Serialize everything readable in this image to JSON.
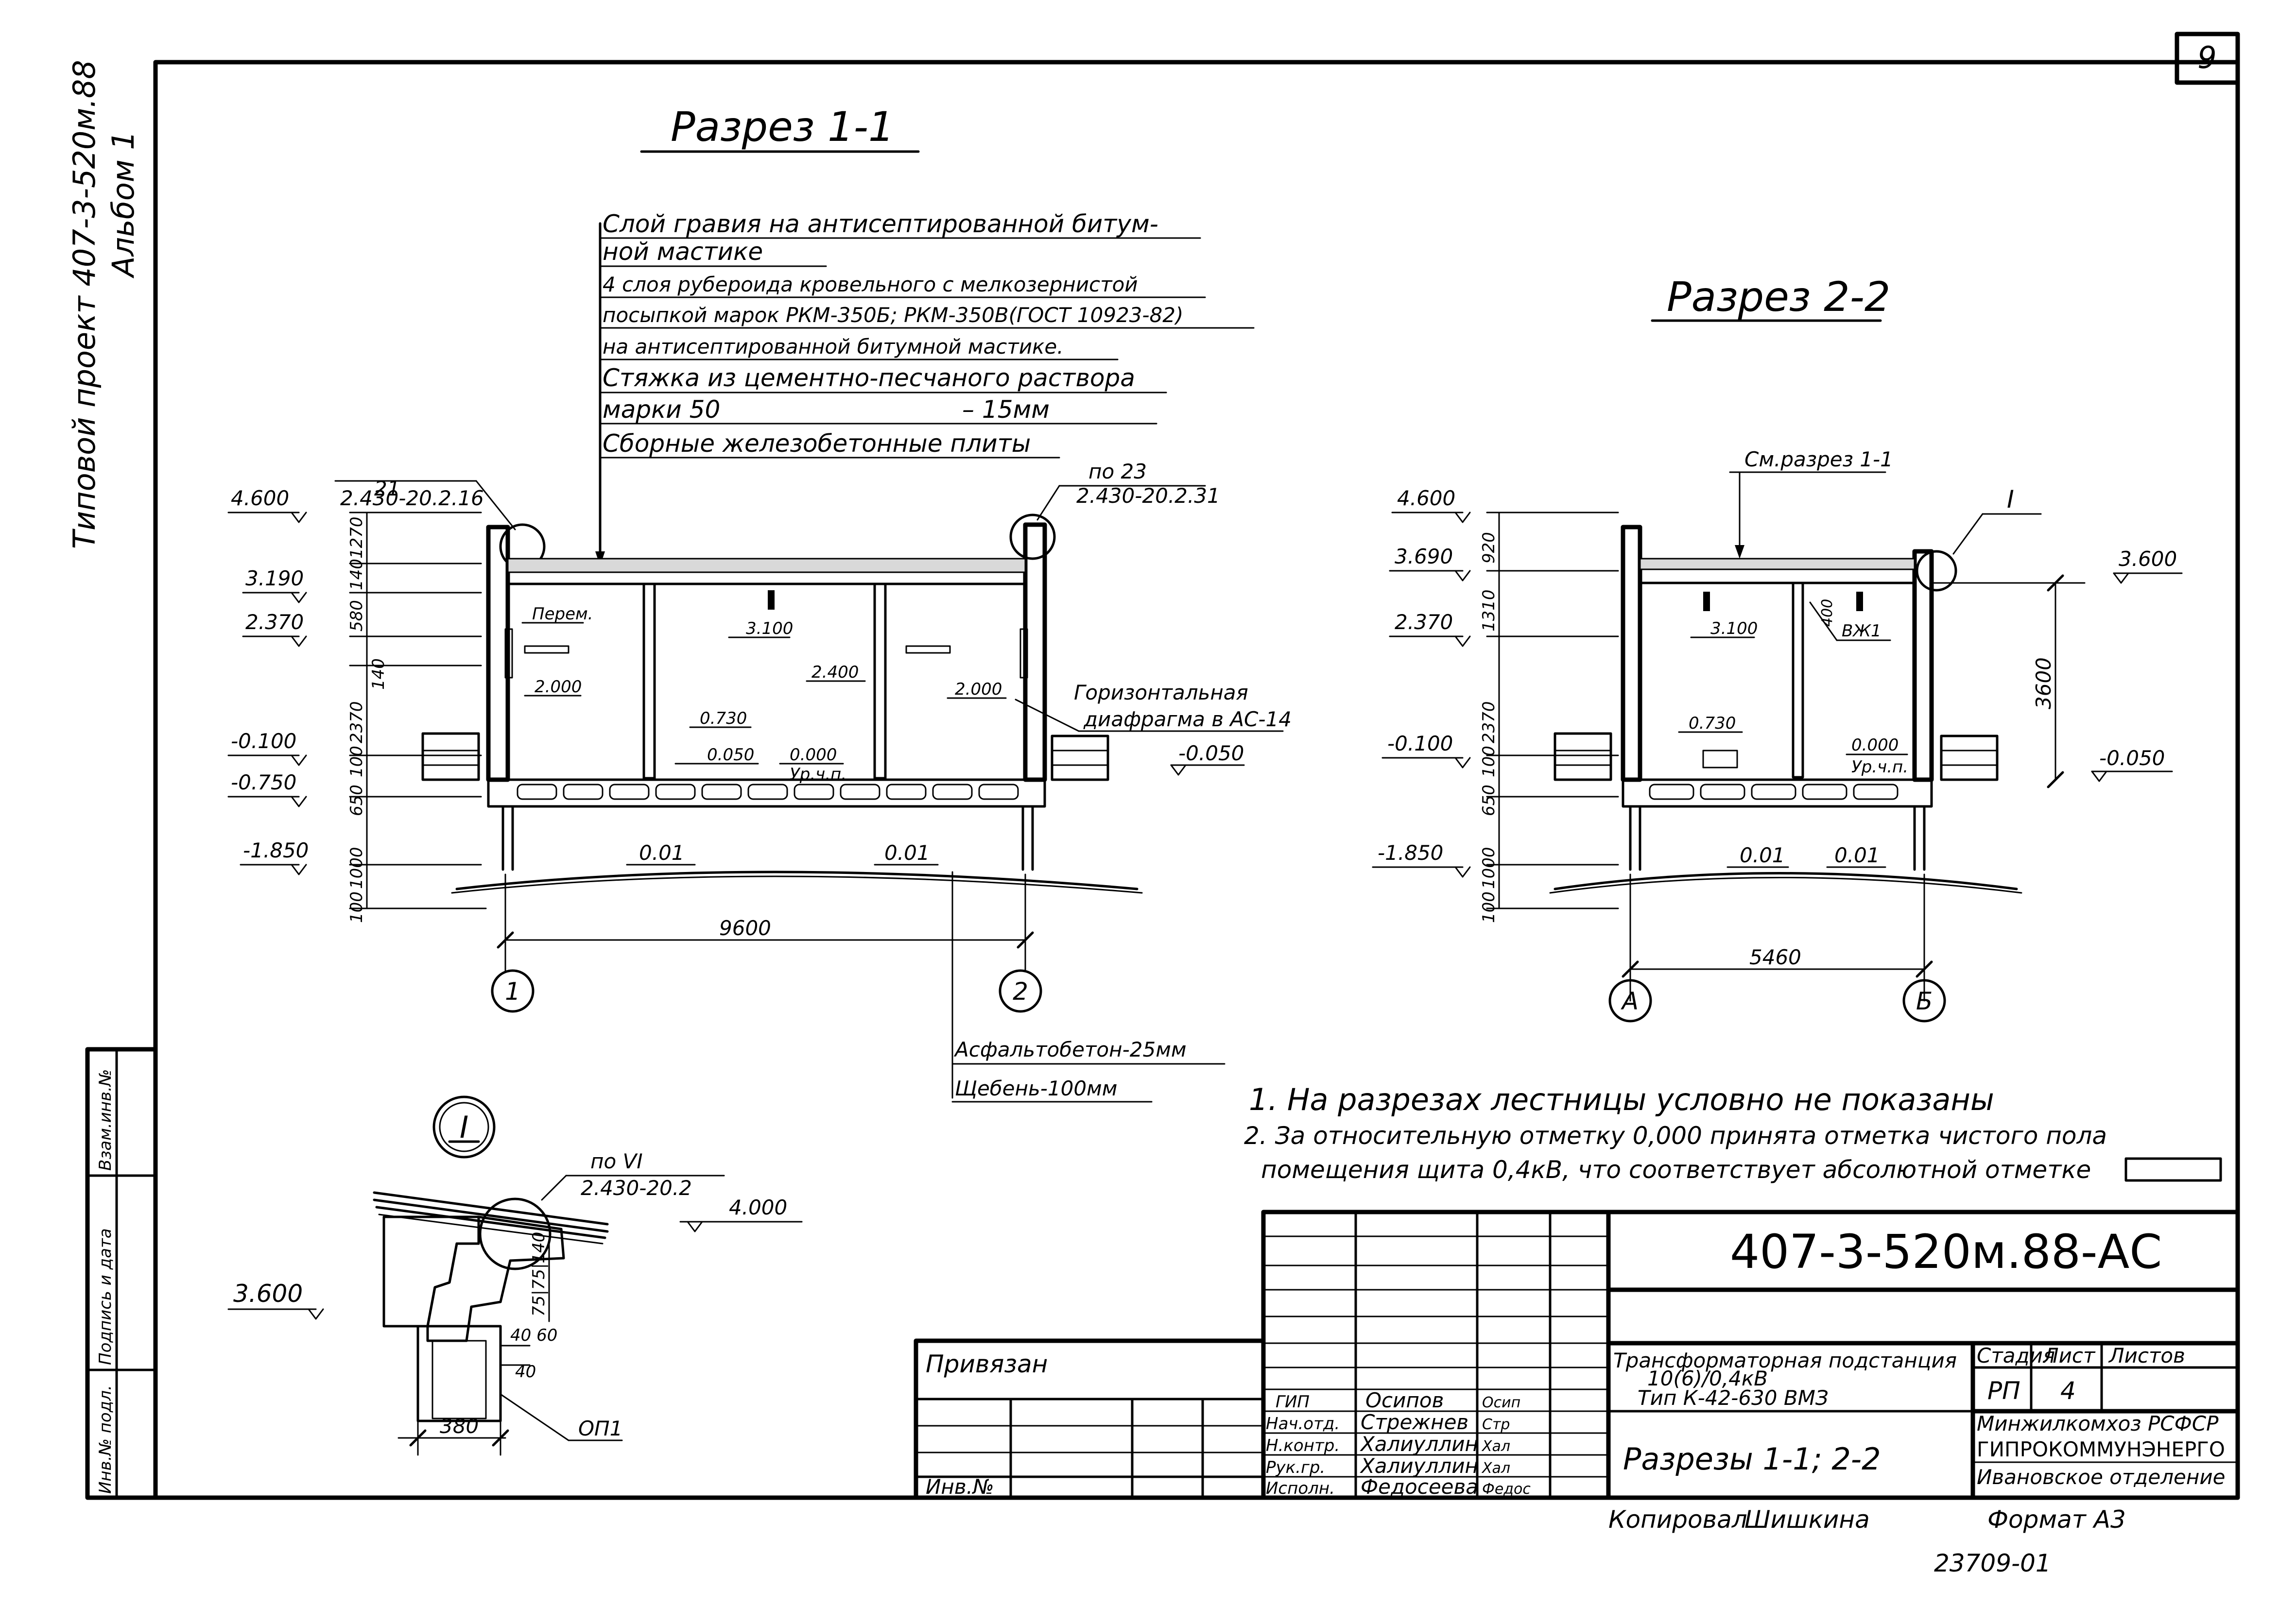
{
  "sheet": {
    "number": "9",
    "side_project": "Типовой проект 407-3-520м.88",
    "side_album": "Альбом 1",
    "side_stamp_labels": [
      "Инв.№ подл.",
      "Подпись и дата",
      "Взам.инв.№"
    ]
  },
  "section_1_1": {
    "title": "Разрез 1-1",
    "roof_layers": [
      "Слой гравия на антисептированной битум-",
      "ной мастике",
      "4 слоя рубероида кровельного с мелкозернистой",
      "посыпкой марок РКМ-350Б; РКМ-350В(ГОСТ 10923-82)",
      "на антисептированной битумной мастике.",
      "Стяжка из цементно-песчаного раствора",
      "марки 50",
      "– 15мм",
      "Сборные железобетонные плиты"
    ],
    "ref_left_num": "21",
    "ref_left_code": "2.430-20.2.16",
    "ref_right_num": "по 23",
    "ref_right_code": "2.430-20.2.31",
    "elevations_left": [
      "4.600",
      "3.190",
      "2.370",
      "-0.100",
      "-0.750",
      "-1.850"
    ],
    "vertical_dims": [
      "140",
      "1270",
      "580",
      "140",
      "2370",
      "100",
      "650",
      "1000",
      "100"
    ],
    "labels": {
      "perem": "Перем.",
      "el_3100": "3.100",
      "el_2000_left": "2.000",
      "el_2400": "2.400",
      "el_2000_right": "2.000",
      "el_0730": "0.730",
      "el_0050": "0.050",
      "el_0000": "0.000",
      "ur_ch_p": "Ур.ч.п.",
      "el_minus_0050": "-0.050",
      "slope_left": "0.01",
      "slope_right": "0.01",
      "diaphragm_1": "Горизонтальная",
      "diaphragm_2": "диафрагма в АС-14"
    },
    "span": "9600",
    "axis_1": "1",
    "axis_2": "2",
    "pavement_1": "Асфальтобетон-25мм",
    "pavement_2": "Щебень-100мм"
  },
  "section_2_2": {
    "title": "Разрез 2-2",
    "ref_see": "См.разрез 1-1",
    "detail_mark": "I",
    "elevations_left": [
      "4.600",
      "3.690",
      "2.370",
      "-0.100",
      "-1.850"
    ],
    "vertical_dims": [
      "920",
      "1310",
      "2370",
      "100",
      "650",
      "1000",
      "100"
    ],
    "labels": {
      "el_3100": "3.100",
      "dim_400": "400",
      "vzh1": "ВЖ1",
      "el_0730": "0.730",
      "el_0000": "0.000",
      "ur_ch_p": "Ур.ч.п.",
      "el_3600": "3.600",
      "height_3600": "3600",
      "el_minus_0050": "-0.050",
      "slope_left": "0.01",
      "slope_right": "0.01"
    },
    "span": "5460",
    "axis_a": "А",
    "axis_b": "Б"
  },
  "detail_I": {
    "mark": "I",
    "ref_num": "по VI",
    "ref_code": "2.430-20.2",
    "el_4000": "4.000",
    "el_3600": "3.600",
    "vertical_dims": "75|75|140",
    "dim_40_60": "40 60",
    "dim_40": "40",
    "width": "380",
    "op": "ОП1"
  },
  "notes": [
    "1. На разрезах лестницы условно не показаны",
    "2. За относительную отметку 0,000 принята отметка чистого пола",
    "помещения щита 0,4кВ, что соответствует абсолютной отметке"
  ],
  "title_block": {
    "code": "407-3-520м.88-АС",
    "object_1": "Трансформаторная подстанция",
    "object_2": "10(6)/0,4кВ",
    "object_3": "Тип К-42-630 ВМЗ",
    "sheet_title": "Разрезы 1-1; 2-2",
    "stage_label": "Стадия",
    "sheet_label": "Лист",
    "sheets_label": "Листов",
    "stage": "РП",
    "sheet_no": "4",
    "org_1": "Минжилкомхоз РСФСР",
    "org_2": "ГИПРОКОММУНЭНЕРГО",
    "org_3": "Ивановское отделение",
    "tied": "Привязан",
    "inv": "Инв.№",
    "roles": [
      "ГИП",
      "Нач.отд.",
      "Н.контр.",
      "Рук.гр.",
      "Исполн."
    ],
    "names": [
      "Осипов",
      "Стрежнев",
      "Халиуллин",
      "Халиуллин",
      "Федосеева"
    ],
    "signatures": [
      "Осип",
      "Стр",
      "Хал",
      "Хал",
      "Федос"
    ],
    "copied": "Копировал",
    "copier": "Шишкина",
    "format": "Формат А3",
    "order_no": "23709-01"
  }
}
